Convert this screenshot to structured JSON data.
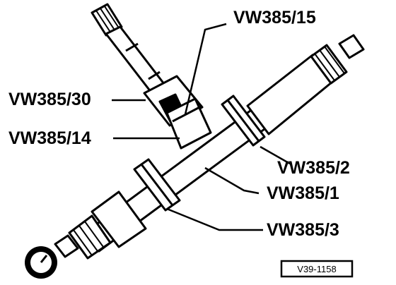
{
  "figure": {
    "labels": {
      "vw385_15": "VW385/15",
      "vw385_30": "VW385/30",
      "vw385_14": "VW385/14",
      "vw385_2": "VW385/2",
      "vw385_1": "VW385/1",
      "vw385_3": "VW385/3"
    },
    "figure_id": "V39-1158",
    "ink_color": "#000000",
    "paper_color": "#ffffff",
    "icons": [
      "dial-gauge-icon"
    ]
  }
}
